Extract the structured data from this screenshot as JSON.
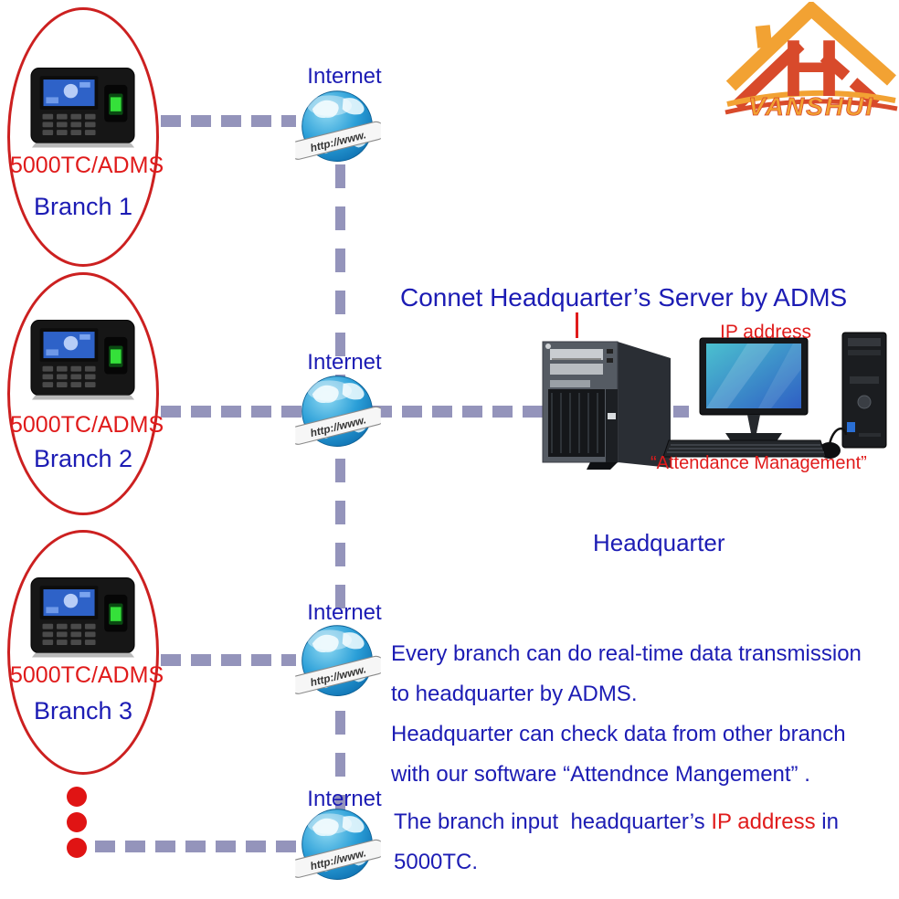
{
  "logo": {
    "brand": "VANSHUI",
    "letter": "H"
  },
  "internet": {
    "label": "Internet",
    "ribbon": "http://www."
  },
  "branches": [
    {
      "device_label": "5000TC/ADMS",
      "name": "Branch 1"
    },
    {
      "device_label": "5000TC/ADMS",
      "name": "Branch 2"
    },
    {
      "device_label": "5000TC/ADMS",
      "name": "Branch 3"
    }
  ],
  "headquarter": {
    "connect_title": "Connet Headquarter’s Server by ADMS",
    "ip_label": "IP address",
    "software_label": "“Attendance Management”",
    "name": "Headquarter"
  },
  "notes": {
    "line1": "Every branch can do real-time data transmission",
    "line2": "to headquarter by ADMS.",
    "line3": "Headquarter can check data from other branch",
    "line4": "with our software “Attendnce Mangement” .",
    "line5_pre": "The branch input  headquarter’s ",
    "line5_highlight": "IP address",
    "line5_post": " in",
    "line6": "5000TC."
  },
  "colors": {
    "text_blue": "#1c1cb4",
    "text_red": "#e01b1b",
    "dashed_line": "#9494bb",
    "ellipse_stroke": "#cc2020",
    "logo_orange": "#f2a233",
    "logo_red": "#d84a2b"
  }
}
